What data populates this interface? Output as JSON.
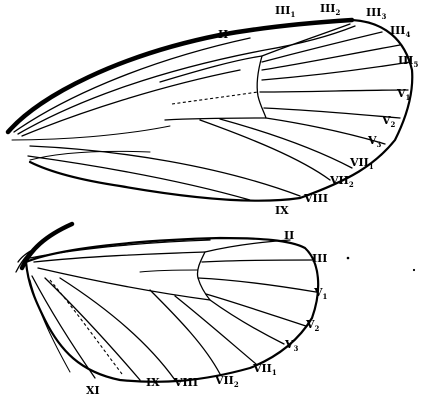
{
  "forewing": {
    "labels": [
      {
        "id": "II",
        "base": "II",
        "sub": ""
      },
      {
        "id": "III1",
        "base": "III",
        "sub": "1"
      },
      {
        "id": "III2",
        "base": "III",
        "sub": "2"
      },
      {
        "id": "III3",
        "base": "III",
        "sub": "3"
      },
      {
        "id": "III4",
        "base": "III",
        "sub": "4"
      },
      {
        "id": "III5",
        "base": "III",
        "sub": "5"
      },
      {
        "id": "V1",
        "base": "V",
        "sub": "1"
      },
      {
        "id": "V2",
        "base": "V",
        "sub": "2"
      },
      {
        "id": "V3",
        "base": "V",
        "sub": "3"
      },
      {
        "id": "VII1",
        "base": "VII",
        "sub": "1"
      },
      {
        "id": "VII2",
        "base": "VII",
        "sub": "2"
      },
      {
        "id": "VIII",
        "base": "VIII",
        "sub": ""
      },
      {
        "id": "IX",
        "base": "IX",
        "sub": ""
      }
    ]
  },
  "hindwing": {
    "labels": [
      {
        "id": "II",
        "base": "II",
        "sub": ""
      },
      {
        "id": "III",
        "base": "III",
        "sub": ""
      },
      {
        "id": "V1",
        "base": "V",
        "sub": "1"
      },
      {
        "id": "V2",
        "base": "V",
        "sub": "2"
      },
      {
        "id": "V3",
        "base": "V",
        "sub": "3"
      },
      {
        "id": "VII1",
        "base": "VII",
        "sub": "1"
      },
      {
        "id": "VII2",
        "base": "VII",
        "sub": "2"
      },
      {
        "id": "VIII",
        "base": "VIII",
        "sub": ""
      },
      {
        "id": "IX",
        "base": "IX",
        "sub": ""
      },
      {
        "id": "XI",
        "base": "XI",
        "sub": ""
      }
    ]
  }
}
